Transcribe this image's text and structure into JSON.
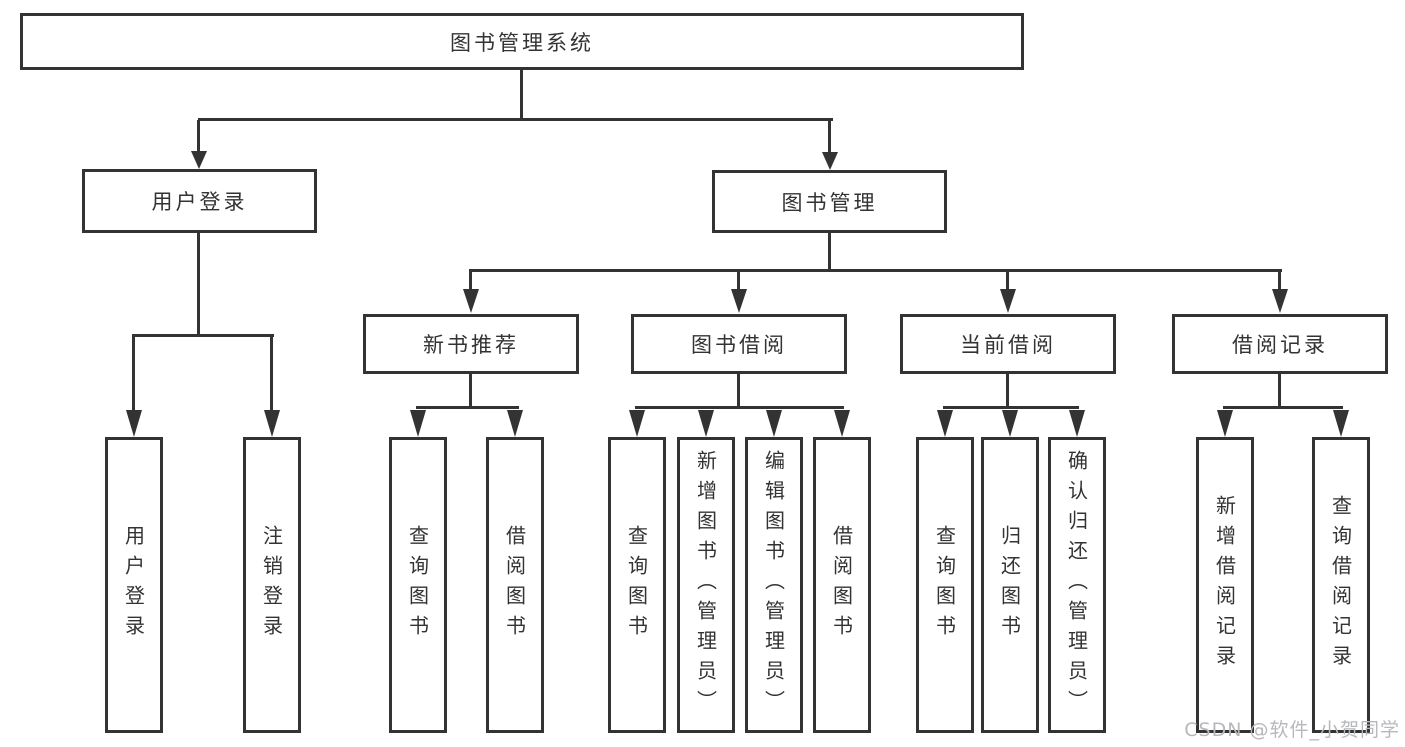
{
  "diagram": {
    "root": {
      "label": "图书管理系统"
    },
    "level2": {
      "user_login": {
        "label": "用户登录"
      },
      "book_management": {
        "label": "图书管理"
      }
    },
    "level3": {
      "new_book_recommend": {
        "label": "新书推荐"
      },
      "book_borrow": {
        "label": "图书借阅"
      },
      "current_borrow": {
        "label": "当前借阅"
      },
      "borrow_records": {
        "label": "借阅记录"
      }
    },
    "leaves": {
      "user_login": {
        "label": "用户登录"
      },
      "logout": {
        "label": "注销登录"
      },
      "nb_query_books": {
        "label": "查询图书"
      },
      "nb_borrow_books": {
        "label": "借阅图书"
      },
      "bb_query_books": {
        "label": "查询图书"
      },
      "bb_add_books_admin": {
        "label": "新增图书（管理员）"
      },
      "bb_edit_books_admin": {
        "label": "编辑图书（管理员）"
      },
      "bb_borrow_books": {
        "label": "借阅图书"
      },
      "cb_query_books": {
        "label": "查询图书"
      },
      "cb_return_books": {
        "label": "归还图书"
      },
      "cb_confirm_return_admin": {
        "label": "确认归还（管理员）"
      },
      "br_add_record": {
        "label": "新增借阅记录"
      },
      "br_query_record": {
        "label": "查询借阅记录"
      }
    }
  },
  "watermark": {
    "text": "CSDN @软件_小贺同学"
  },
  "colors": {
    "line": "#333333",
    "background": "#ffffff",
    "watermark": "#b6b8bb"
  }
}
